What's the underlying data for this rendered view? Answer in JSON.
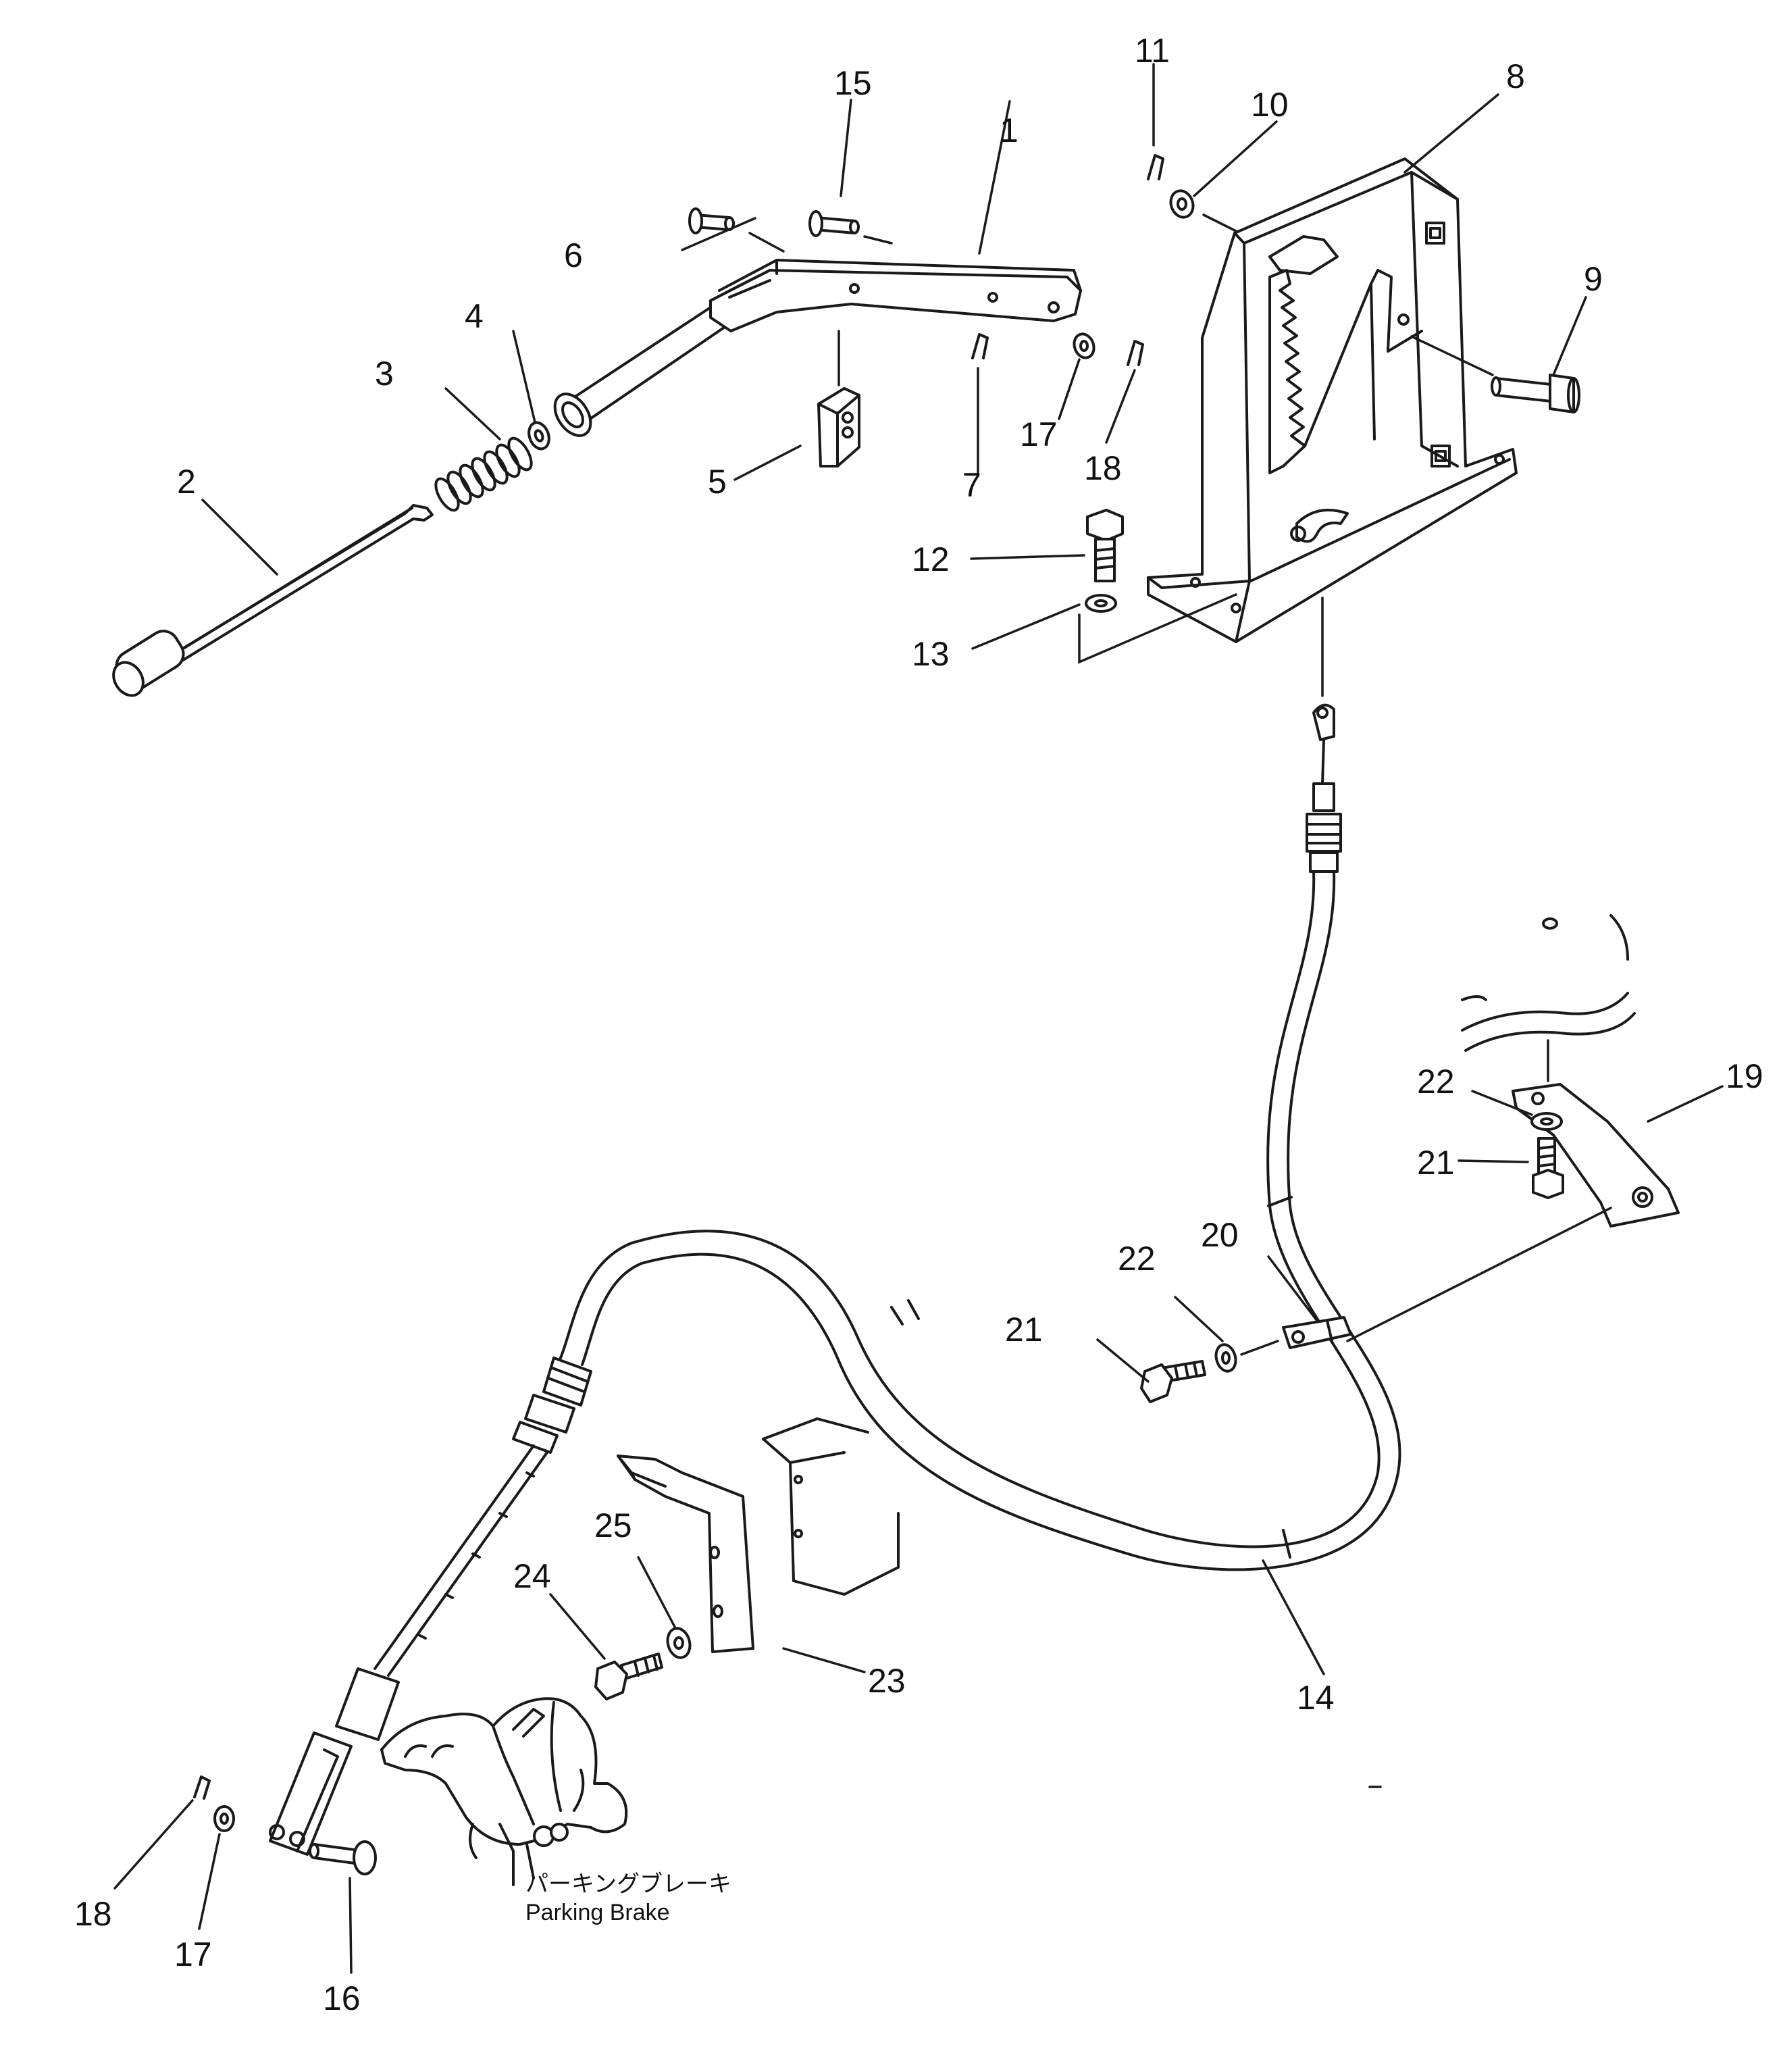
{
  "diagram": {
    "colors": {
      "ink": "#1a1a1a",
      "paper": "#ffffff"
    },
    "callouts": {
      "c1": "1",
      "c2": "2",
      "c3": "3",
      "c4": "4",
      "c5": "5",
      "c6": "6",
      "c7": "7",
      "c8": "8",
      "c9": "9",
      "c10": "10",
      "c11": "11",
      "c12": "12",
      "c13": "13",
      "c14": "14",
      "c15": "15",
      "c16": "16",
      "c17a": "17",
      "c17b": "17",
      "c18a": "18",
      "c18b": "18",
      "c19": "19",
      "c20": "20",
      "c21a": "21",
      "c21b": "21",
      "c22a": "22",
      "c22b": "22",
      "c23": "23",
      "c24": "24",
      "c25": "25"
    },
    "caption": {
      "japanese": "パーキングブレーキ",
      "english": "Parking Brake"
    }
  }
}
